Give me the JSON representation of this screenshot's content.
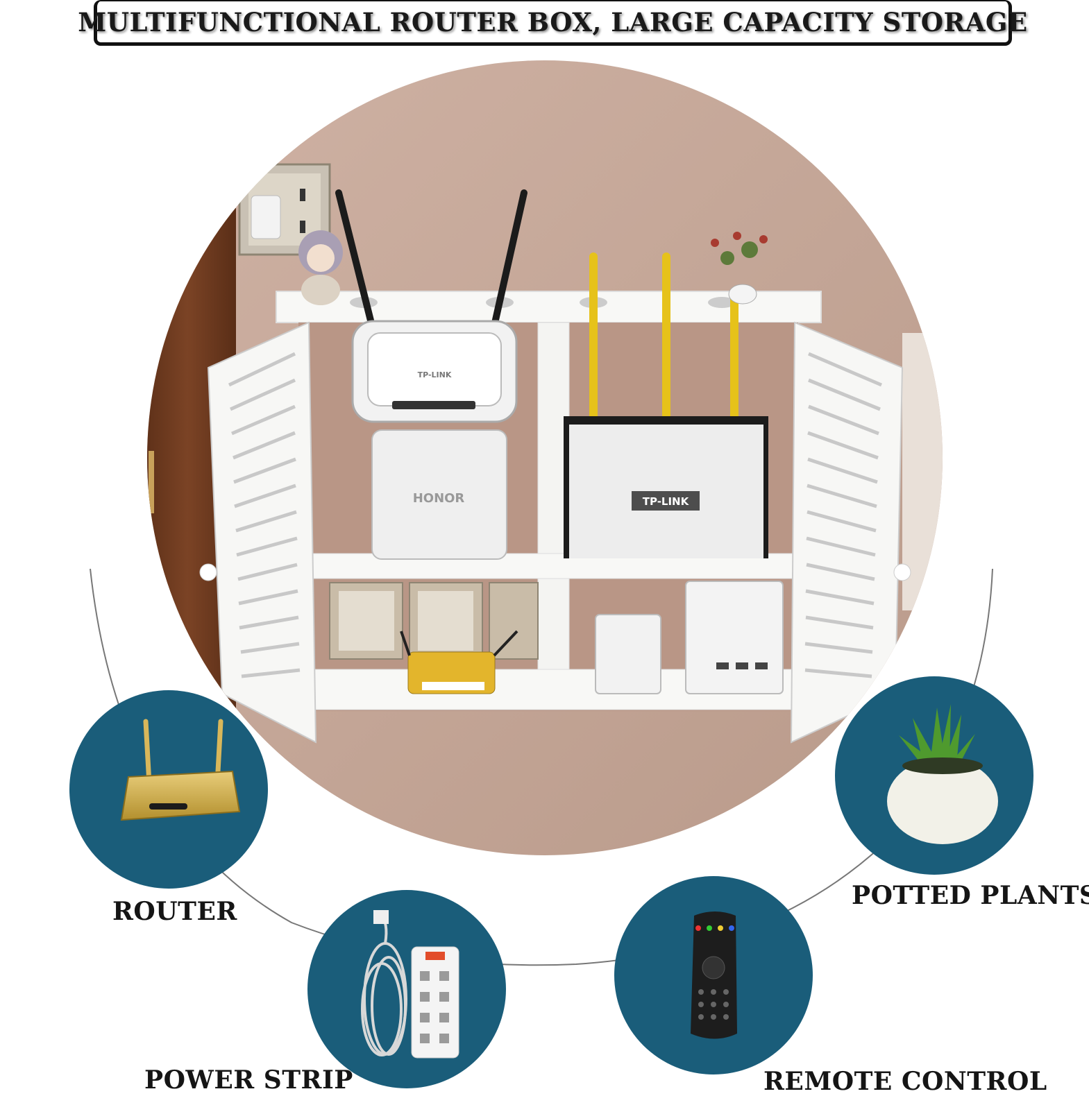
{
  "header": {
    "title": "MULTIFUNCTIONAL ROUTER BOX, LARGE CAPACITY STORAGE"
  },
  "product_labels": {
    "small_router": "TP-LINK",
    "white_box": "HONOR",
    "main_router": "TP-LINK"
  },
  "features": [
    {
      "label": "ROUTER",
      "icon": "router-icon"
    },
    {
      "label": "POTTED PLANTS",
      "icon": "potted-plant-icon"
    },
    {
      "label": "POWER STRIP",
      "icon": "power-strip-icon"
    },
    {
      "label": "REMOTE CONTROL",
      "icon": "remote-control-icon"
    }
  ],
  "colors": {
    "feature_circle": "#1a5d7a",
    "wall": "#c7a99a",
    "cabinet": "#f7f7f5",
    "antenna_yellow": "#e6c21a"
  }
}
